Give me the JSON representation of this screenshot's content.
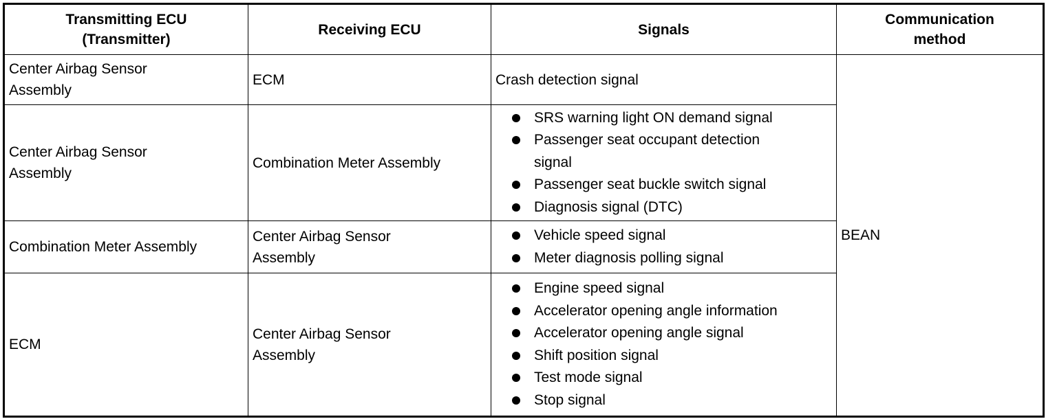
{
  "headers": [
    {
      "lines": [
        "Transmitting ECU",
        "(Transmitter)"
      ]
    },
    {
      "lines": [
        "Receiving ECU"
      ]
    },
    {
      "lines": [
        "Signals"
      ]
    },
    {
      "lines": [
        "Communication",
        "method"
      ]
    }
  ],
  "rows": [
    {
      "transmitter": [
        "Center Airbag Sensor",
        "Assembly"
      ],
      "receiver": [
        "ECM"
      ],
      "signals_plain": "Crash detection signal",
      "signals": []
    },
    {
      "transmitter": [
        "Center Airbag Sensor",
        "Assembly"
      ],
      "receiver": [
        "Combination Meter Assembly"
      ],
      "signals_plain": "",
      "signals": [
        [
          "SRS warning light ON demand signal"
        ],
        [
          "Passenger seat occupant detection",
          "signal"
        ],
        [
          "Passenger seat buckle switch signal"
        ],
        [
          "Diagnosis signal (DTC)"
        ]
      ]
    },
    {
      "transmitter": [
        "Combination Meter Assembly"
      ],
      "receiver": [
        "Center Airbag Sensor",
        "Assembly"
      ],
      "signals_plain": "",
      "signals": [
        [
          "Vehicle speed signal"
        ],
        [
          "Meter diagnosis polling signal"
        ]
      ]
    },
    {
      "transmitter": [
        "ECM"
      ],
      "receiver": [
        "Center Airbag Sensor",
        "Assembly"
      ],
      "signals_plain": "",
      "signals": [
        [
          "Engine speed signal"
        ],
        [
          "Accelerator opening angle information"
        ],
        [
          "Accelerator opening angle signal"
        ],
        [
          "Shift position signal"
        ],
        [
          "Test mode signal"
        ],
        [
          "Stop signal"
        ]
      ]
    }
  ],
  "communication_method": "BEAN"
}
